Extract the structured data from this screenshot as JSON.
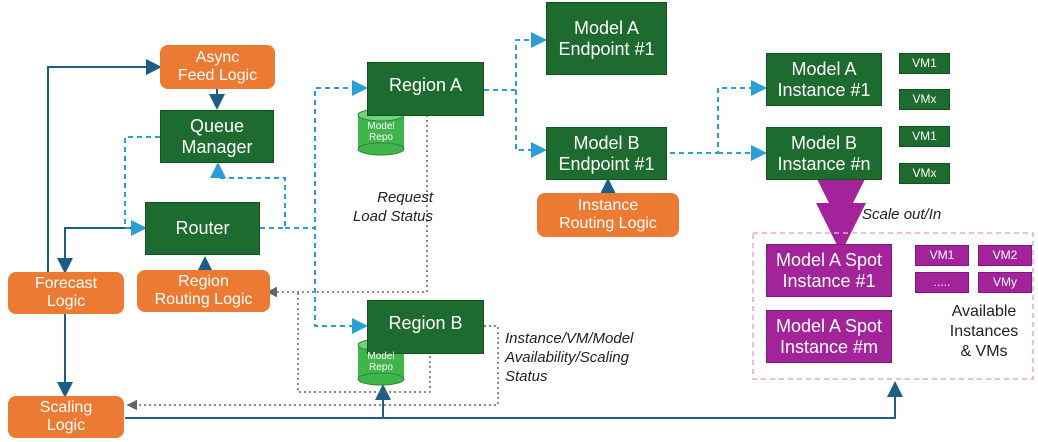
{
  "boxes": {
    "async_feed_logic": "Async\nFeed Logic",
    "queue_manager": "Queue\nManager",
    "router": "Router",
    "region_routing_logic": "Region\nRouting Logic",
    "forecast_logic": "Forecast\nLogic",
    "scaling_logic": "Scaling\nLogic",
    "region_a": "Region A",
    "region_b": "Region B",
    "model_a_endpoint": "Model A\nEndpoint #1",
    "model_b_endpoint": "Model B\nEndpoint #1",
    "instance_routing_logic": "Instance\nRouting Logic",
    "model_a_instance": "Model A\nInstance #1",
    "model_b_instance": "Model B\nInstance #n",
    "spot_instance_1": "Model A Spot\nInstance #1",
    "spot_instance_m": "Model A Spot\nInstance #m"
  },
  "repos": {
    "region_a_repo": "Model\nRepo",
    "region_b_repo": "Model\nRepo"
  },
  "vms": {
    "a_vm1": "VM1",
    "a_vmx": "VMx",
    "b_vm1": "VM1",
    "b_vmx": "VMx",
    "spot_vm1": "VM1",
    "spot_vm2": "VM2",
    "spot_dots": ".....",
    "spot_vmy": "VMy"
  },
  "labels": {
    "request_load_status": "Request\nLoad Status",
    "scaling_status": "Instance/VM/Model\nAvailability/Scaling\nStatus",
    "scale_out_in": "Scale out/In",
    "available_instances": "Available\nInstances\n& VMs"
  },
  "colors": {
    "green": "#1e6b2f",
    "orange": "#ec7a33",
    "purple": "#a3249a",
    "blue_arrow": "#1d5e86",
    "dashed_arrow": "#2a9fd6",
    "repo_green": "#3fb54b",
    "pink_dash": "#e9a3dd"
  }
}
